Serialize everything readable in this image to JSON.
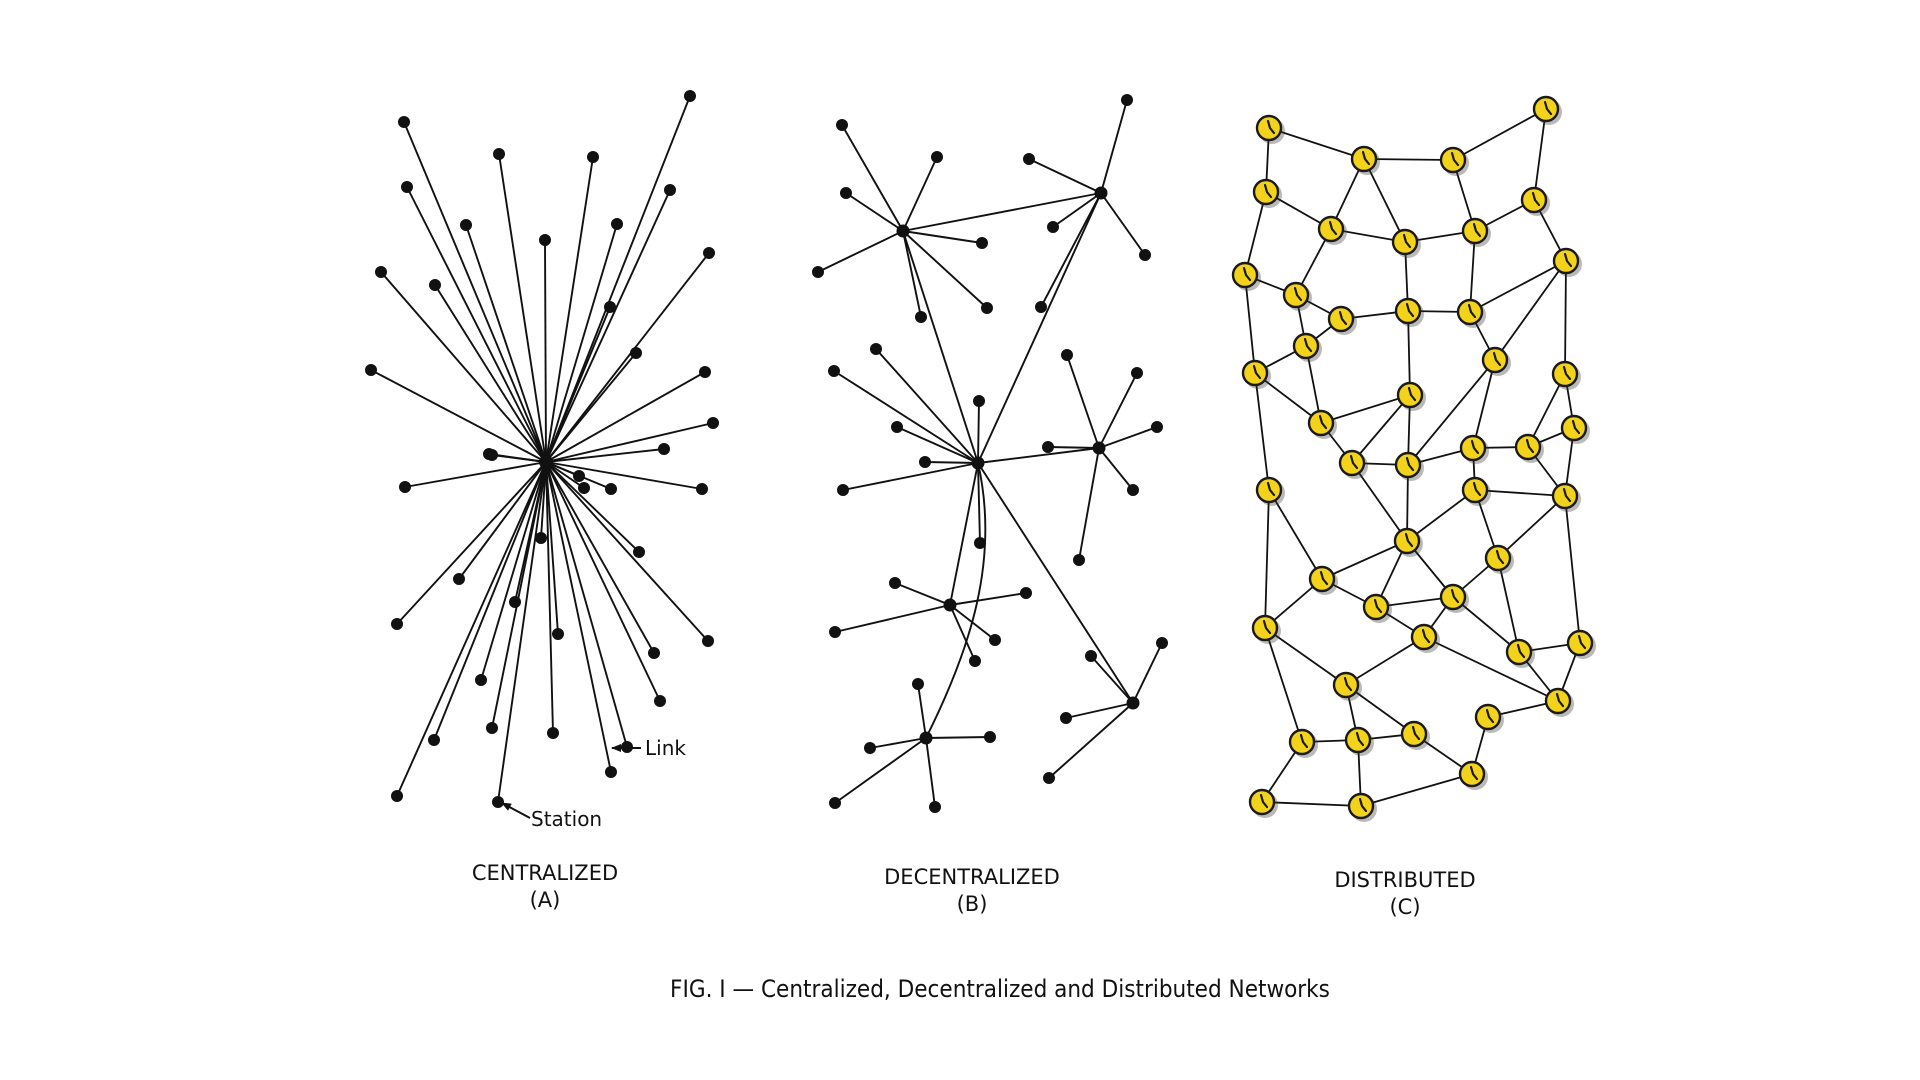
{
  "figure": {
    "caption": "FIG. I — Centralized, Decentralized and Distributed Networks"
  },
  "panels": [
    {
      "title": "CENTRALIZED",
      "letter": "(A)"
    },
    {
      "title": "DECENTRALIZED",
      "letter": "(B)"
    },
    {
      "title": "DISTRIBUTED",
      "letter": "(C)"
    }
  ],
  "annotations": {
    "link": "Link",
    "station": "Station"
  },
  "colors": {
    "ink": "#111111",
    "node_fill": "#f2d21a",
    "node_stroke": "#1a1a1a"
  }
}
